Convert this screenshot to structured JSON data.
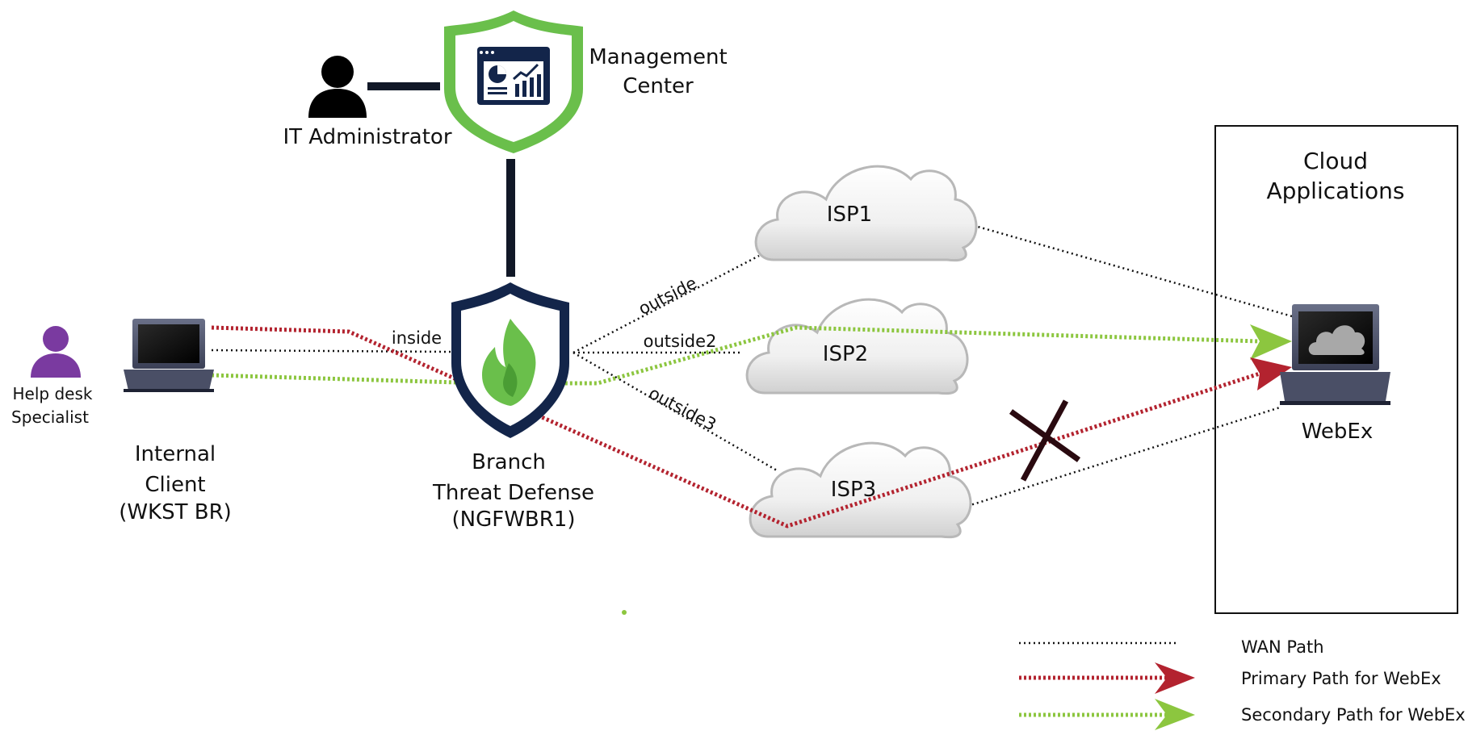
{
  "nodes": {
    "it_admin": "IT Administrator",
    "management_center": [
      "Management",
      "Center"
    ],
    "helpdesk": [
      "Help desk",
      "Specialist"
    ],
    "internal_client": [
      "Internal",
      "Client",
      "(WKST BR)"
    ],
    "branch": [
      "Branch",
      "Threat Defense",
      "(NGFWBR1)"
    ],
    "isp1": "ISP1",
    "isp2": "ISP2",
    "isp3": "ISP3",
    "cloud_apps": [
      "Cloud",
      "Applications"
    ],
    "webex": "WebEx"
  },
  "interfaces": {
    "inside": "inside",
    "outside": "outside",
    "outside2": "outside2",
    "outside3": "outside3"
  },
  "legend": {
    "wan": "WAN Path",
    "primary": "Primary Path for WebEx",
    "secondary": "Secondary Path for WebEx"
  },
  "colors": {
    "primary": "#b3232f",
    "secondary": "#8cc63f",
    "wan": "#111111",
    "navy": "#13254a",
    "green_shield": "#6abf4b",
    "purple": "#7a3aa0"
  }
}
